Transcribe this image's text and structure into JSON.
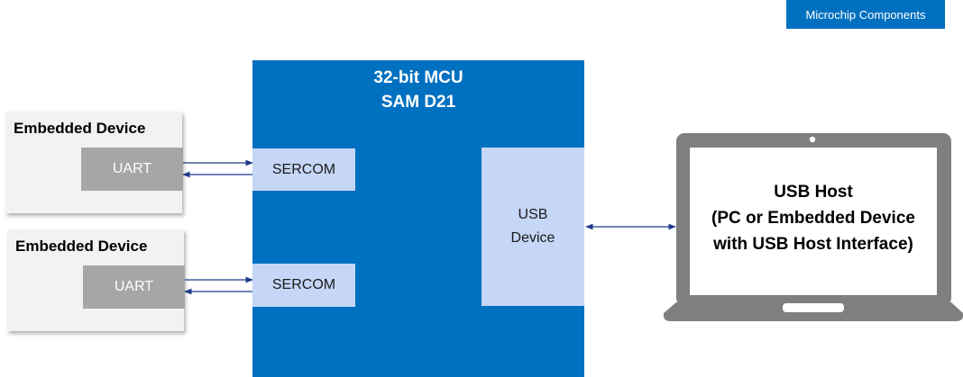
{
  "legend": {
    "label": "Microchip Components"
  },
  "embedded_devices": [
    {
      "title": "Embedded Device",
      "interface": "UART"
    },
    {
      "title": "Embedded Device",
      "interface": "UART"
    }
  ],
  "mcu": {
    "title_line1": "32-bit MCU",
    "title_line2": "SAM D21",
    "sercom": [
      "SERCOM",
      "SERCOM"
    ],
    "usb_device_line1": "USB",
    "usb_device_line2": "Device"
  },
  "usb_host": {
    "line1": "USB Host",
    "line2": "(PC or Embedded Device",
    "line3": "with USB Host Interface)"
  },
  "colors": {
    "mcu_blue": "#0070c0",
    "light_block": "#c5d6f6",
    "uart_gray": "#a6a6a6",
    "device_bg": "#f2f2f2",
    "laptop_gray": "#7f7f7f",
    "arrow": "#1f3a8a"
  }
}
